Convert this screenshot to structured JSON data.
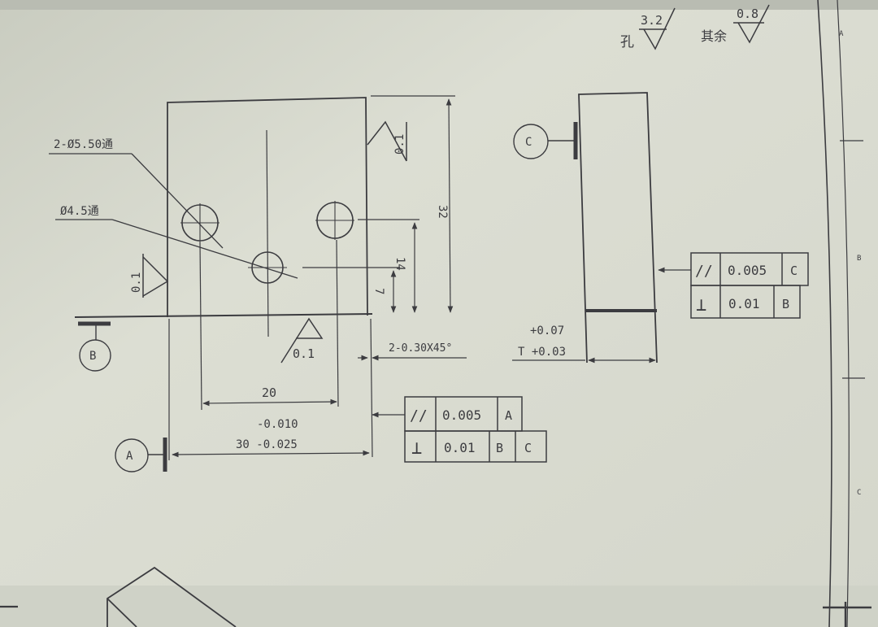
{
  "roughness": {
    "hole_label": "孔",
    "hole_value": "3.2",
    "rest_label": "其余",
    "rest_value": "0.8",
    "side_value": "0.1"
  },
  "front_view": {
    "callout_holes_2": "2-Ø5.50通",
    "callout_hole_1": "Ø4.5通",
    "dim_height": "32",
    "dim_14": "14",
    "dim_7": "7",
    "dim_20": "20",
    "dim_width": "30 -0.025",
    "dim_width_upper_tol": "-0.010",
    "chamfer": "2-0.30X45°",
    "bottom_roughness": "0.1"
  },
  "side_view": {
    "thickness_tol_upper": "+0.07",
    "thickness_tol_lower": "T +0.03"
  },
  "datums": {
    "a": "A",
    "b": "B",
    "c": "C"
  },
  "fcf_front": {
    "row1": {
      "symbol": "//",
      "tolerance": "0.005",
      "datum1": "A"
    },
    "row2": {
      "symbol": "⊥",
      "tolerance": "0.01",
      "datum1": "B",
      "datum2": "C"
    }
  },
  "fcf_side": {
    "row1": {
      "symbol": "//",
      "tolerance": "0.005",
      "datum1": "C"
    },
    "row2": {
      "symbol": "⊥",
      "tolerance": "0.01",
      "datum1": "B"
    }
  },
  "border_zones": [
    "A",
    "B",
    "C"
  ],
  "colors": {
    "paper": "#d9dbd0",
    "ink": "#3c3c40"
  }
}
